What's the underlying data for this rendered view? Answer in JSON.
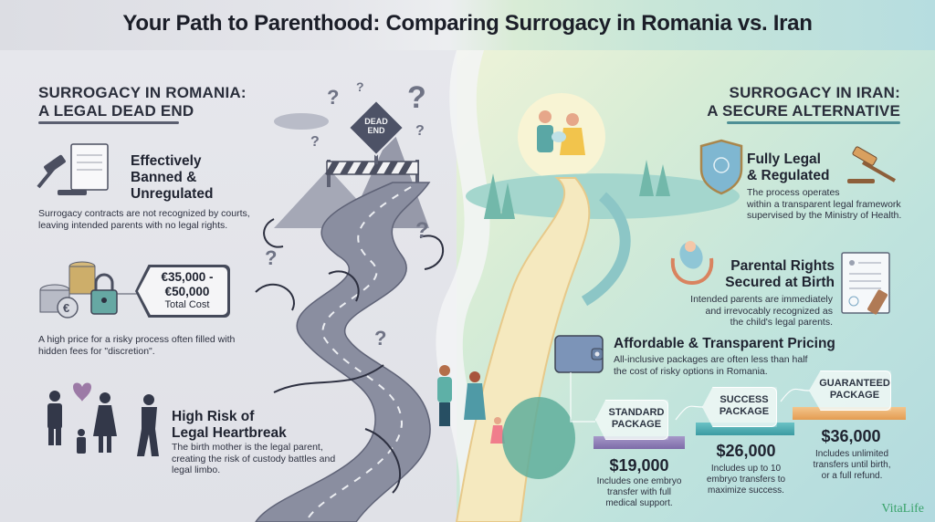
{
  "title": "Your Path to Parenthood: Comparing Surrogacy in Romania vs. Iran",
  "romania": {
    "heading_line1": "SURROGACY IN ROMANIA:",
    "heading_line2": "A LEGAL DEAD END",
    "sign_line1": "DEAD",
    "sign_line2": "END",
    "features": [
      {
        "icon": "gavel-document-icon",
        "title_lines": [
          "Effectively",
          "Banned &",
          "Unregulated"
        ],
        "desc": "Surrogacy contracts are not recognized by courts, leaving intended parents with no legal rights."
      },
      {
        "icon": "coins-lock-icon",
        "price_line1": "€35,000 -",
        "price_line2": "€50,000",
        "price_label": "Total Cost",
        "desc": "A high price for a risky process often filled with hidden fees for \"discretion\"."
      },
      {
        "icon": "broken-family-icon",
        "title_lines": [
          "High Risk of",
          "Legal Heartbreak"
        ],
        "desc": "The birth mother is the legal parent, creating the risk of custody battles and legal limbo."
      }
    ],
    "question_marks": [
      "?",
      "?",
      "?",
      "?",
      "?",
      "?",
      "?"
    ]
  },
  "iran": {
    "heading_line1": "SURROGACY IN IRAN:",
    "heading_line2": "A SECURE ALTERNATIVE",
    "features": [
      {
        "icon": "shield-icon",
        "title_lines": [
          "Fully Legal",
          "& Regulated"
        ],
        "desc_lines": [
          "The process operates",
          "within a transparent legal framework",
          "supervised by the Ministry of Health."
        ]
      },
      {
        "icon": "baby-hands-icon",
        "title_lines": [
          "Parental Rights",
          "Secured at Birth"
        ],
        "desc_lines": [
          "Intended parents are immediately",
          "and irrevocably recognized as",
          "the child's legal parents."
        ]
      },
      {
        "icon": "wallet-icon",
        "title_lines": [
          "Affordable & Transparent Pricing"
        ],
        "desc_lines": [
          "All-inclusive packages are often less than half",
          "the cost of risky options in Romania."
        ]
      }
    ],
    "packages": [
      {
        "name_line1": "STANDARD",
        "name_line2": "PACKAGE",
        "price": "$19,000",
        "desc_lines": [
          "Includes one embryo",
          "transfer with full",
          "medical support."
        ],
        "color": "#8f7fb8"
      },
      {
        "name_line1": "SUCCESS",
        "name_line2": "PACKAGE",
        "price": "$26,000",
        "desc_lines": [
          "Includes up to 10",
          "embryo transfers to",
          "maximize success."
        ],
        "color": "#4fadb2"
      },
      {
        "name_line1": "GUARANTEED",
        "name_line2": "PACKAGE",
        "price": "$36,000",
        "desc_lines": [
          "Includes unlimited",
          "transfers until birth,",
          "or a full refund."
        ],
        "color": "#eaa865"
      }
    ]
  },
  "brand": "VitaLife",
  "colors": {
    "romania_bg": "#e2e3e8",
    "iran_bg": "#bfe3dd",
    "dark_text": "#1f2330",
    "brand_green": "#3aa36b",
    "road_gray": "#7c8094",
    "iran_road": "#f3e6b8"
  }
}
